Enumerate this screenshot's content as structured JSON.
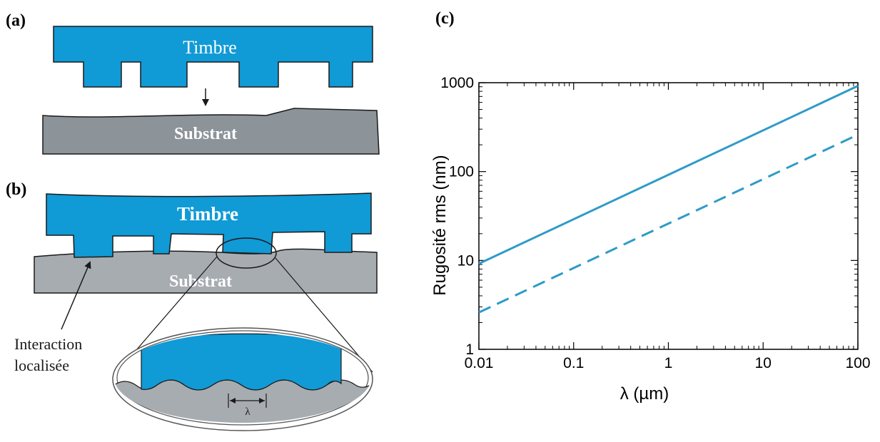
{
  "panels": {
    "a": {
      "label": "(a)",
      "stamp_label": "Timbre",
      "substrate_label": "Substrat"
    },
    "b": {
      "label": "(b)",
      "stamp_label": "Timbre",
      "substrate_label": "Substrat",
      "annotation": [
        "Interaction",
        "localisée"
      ],
      "wavelength_label": "λ"
    },
    "c": {
      "label": "(c)"
    }
  },
  "colors": {
    "stamp": "#109ad6",
    "substrate_a": "#8c9399",
    "substrate_b": "#a7acb1",
    "line": "#2e9bc8",
    "outline": "#1a1a1a"
  },
  "chart_data": {
    "type": "line",
    "xlabel": "λ (µm)",
    "ylabel": "Rugosité rms (nm)",
    "xscale": "log",
    "yscale": "log",
    "xlim": [
      0.01,
      100
    ],
    "ylim": [
      1,
      1000
    ],
    "xticks": [
      0.01,
      0.1,
      1,
      10,
      100
    ],
    "xtick_labels": [
      "0.01",
      "0.1",
      "1",
      "10",
      "100"
    ],
    "yticks": [
      1,
      10,
      100,
      1000
    ],
    "ytick_labels": [
      "1",
      "10",
      "100",
      "1000"
    ],
    "grid": false,
    "series": [
      {
        "style": "solid",
        "x": [
          0.01,
          100
        ],
        "y": [
          9.2,
          920
        ]
      },
      {
        "style": "dashed",
        "x": [
          0.01,
          100
        ],
        "y": [
          2.6,
          260
        ]
      }
    ]
  }
}
